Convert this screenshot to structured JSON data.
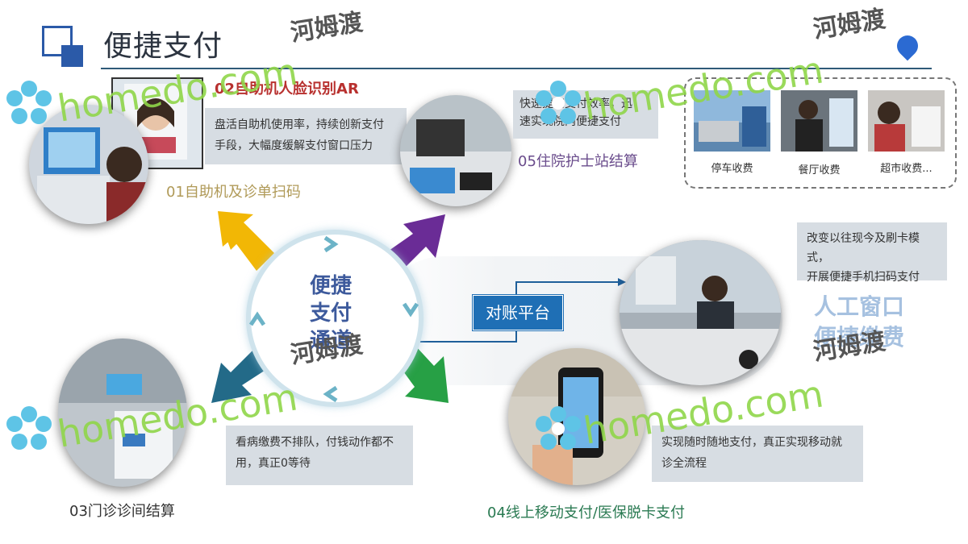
{
  "header": {
    "title": "便捷支付"
  },
  "center": {
    "line1": "便捷",
    "line2": "支付",
    "line3": "通道"
  },
  "platform": {
    "label": "对账平台"
  },
  "items": {
    "kiosk_scan": {
      "caption": "01自助机及诊单扫码"
    },
    "face_ar": {
      "caption": "02自助机人脸识别AR",
      "desc_line1": "盘活自助机使用率，持续创新支付",
      "desc_line2": "手段，大幅度缓解支付窗口压力"
    },
    "clinic": {
      "caption": "03门诊诊间结算",
      "desc_line1": "看病缴费不排队，付钱动作都不",
      "desc_line2": "用，真正0等待"
    },
    "mobile": {
      "caption": "04线上移动支付/医保脱卡支付",
      "desc_line1": "实现随时随地支付，真正实现移动就",
      "desc_line2": "诊全流程"
    },
    "inpatient": {
      "caption": "05住院护士站结算",
      "desc_line1": "快速提高支付效率，迅",
      "desc_line2": "速实现院内便捷支付"
    },
    "manual_window": {
      "title_line1": "人工窗口",
      "title_line2": "便捷缴费",
      "desc_line1": "改变以往现今及刷卡模式，",
      "desc_line2": "开展便捷手机扫码支付"
    }
  },
  "scenarios": [
    {
      "label": "停车收费"
    },
    {
      "label": "餐厅收费"
    },
    {
      "label": "超市收费..."
    }
  ],
  "watermarks": [
    {
      "text": "homedo.com",
      "cn": "河姆渡"
    }
  ],
  "colors": {
    "arrow_yellow": "#f2b705",
    "arrow_purple": "#6a2c96",
    "arrow_teal": "#236a88",
    "arrow_green": "#27a045",
    "caption_gold": "#b09a58",
    "caption_red": "#b8312f",
    "caption_purple": "#6a4c8c",
    "caption_green": "#2a7a52",
    "platform_blue": "#1f6fb5"
  }
}
